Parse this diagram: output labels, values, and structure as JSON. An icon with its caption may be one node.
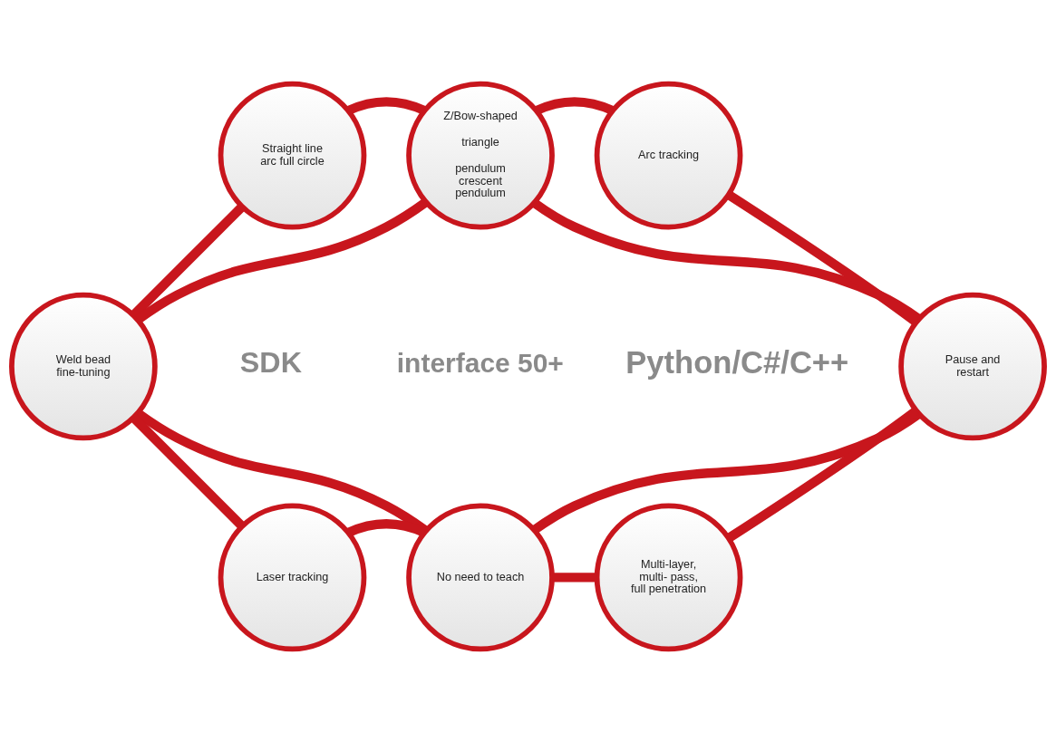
{
  "diagram": {
    "nodes": [
      {
        "text": [
          "Straight line arc full circle"
        ]
      },
      {
        "text": [
          "Z/Bow-shaped",
          "triangle",
          "pendulum crescent pendulum"
        ]
      },
      {
        "text": [
          "Arc tracking"
        ]
      },
      {
        "text": [
          "Weld bead fine-tuning"
        ]
      },
      {
        "text": [
          "Pause and restart"
        ]
      },
      {
        "text": [
          "No need to teach"
        ]
      },
      {
        "text": [
          "Laser tracking"
        ]
      },
      {
        "text": [
          "Multi-layer, multi- pass, full penetration"
        ]
      }
    ],
    "edges": [
      {
        "from": 0,
        "to": 1,
        "arrow": "none"
      },
      {
        "from": 1,
        "to": 2,
        "arrow": "none"
      },
      {
        "from": 0,
        "to": 3,
        "arrow": "none"
      },
      {
        "from": 2,
        "to": 4,
        "arrow": "none"
      },
      {
        "from": 1,
        "to": 3,
        "arrow": "none"
      },
      {
        "from": 1,
        "to": 4,
        "arrow": "none"
      },
      {
        "from": 3,
        "to": 5,
        "arrow": "none"
      },
      {
        "from": 4,
        "to": 5,
        "arrow": "none"
      },
      {
        "from": 3,
        "to": 6,
        "arrow": "none"
      },
      {
        "from": 4,
        "to": 7,
        "arrow": "none"
      },
      {
        "from": 6,
        "to": 5,
        "arrow": "none"
      },
      {
        "from": 5,
        "to": 7,
        "arrow": "none"
      }
    ],
    "labels": [
      "SDK",
      "interface 50+",
      "Python/C#/C++"
    ]
  }
}
